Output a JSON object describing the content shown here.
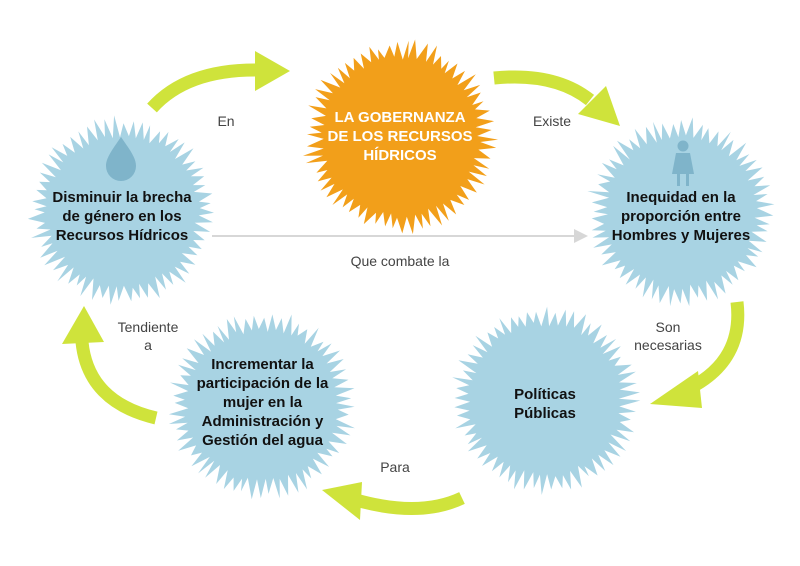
{
  "colors": {
    "blue_node": "#a8d3e3",
    "orange_node": "#f29f1a",
    "arrow_green": "#cfe33b",
    "connector_gray": "#d7d7d7",
    "icon_blue": "#7fb4ca",
    "text_dark": "#111111",
    "text_light": "#ffffff",
    "edge_text": "#444444"
  },
  "nodes": {
    "governance": {
      "label": "LA GOBERNANZA\nDE LOS RECURSOS\nHÍDRICOS",
      "icon": "none"
    },
    "inequity": {
      "label": "Inequidad en la\nproporción entre\nHombres y Mujeres",
      "icon": "woman-icon"
    },
    "policies": {
      "label": "Políticas\nPúblicas",
      "icon": "none"
    },
    "participation": {
      "label": "Incrementar la\nparticipación de la\nmujer en la\nAdministración y\nGestión del agua",
      "icon": "none"
    },
    "gap": {
      "label": "Disminuir la brecha\nde género en los\nRecursos Hídricos",
      "icon": "water-drop-icon"
    }
  },
  "edges": {
    "gap_to_governance": "En",
    "governance_to_inequity": "Existe",
    "inequity_to_policies": "Son\nnecesarias",
    "policies_to_participation": "Para",
    "participation_to_gap": "Tendiente\na",
    "gap_to_inequity": "Que combate la"
  }
}
